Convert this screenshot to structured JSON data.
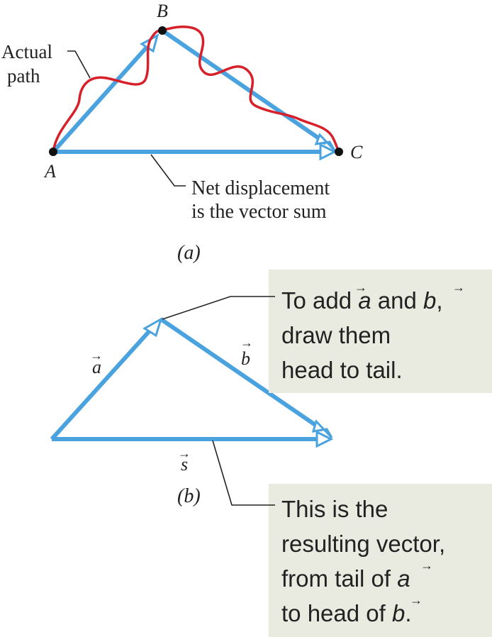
{
  "colors": {
    "vector_blue": "#4aa3df",
    "path_red": "#d8202a",
    "point_black": "#111111",
    "callout_bg": "#eaebe0",
    "leader_line": "#222222"
  },
  "panel_a": {
    "points": {
      "A": "A",
      "B": "B",
      "C": "C"
    },
    "actual_path_label_line1": "Actual",
    "actual_path_label_line2": "path",
    "net_label_line1": "Net displacement",
    "net_label_line2": "is the vector sum",
    "caption": "(a)"
  },
  "panel_b": {
    "vector_a": "a",
    "vector_b": "b",
    "vector_s": "s",
    "arrow_glyph": "→",
    "caption": "(b)",
    "callout_top": {
      "line1_part1": "To add ",
      "line1_a": "a",
      "line1_part2": " and ",
      "line1_b": "b",
      "line1_part3": ",",
      "line2": "draw them",
      "line3": "head to tail."
    },
    "callout_bottom": {
      "line1": "This is the",
      "line2": "resulting vector,",
      "line3_part1": "from tail of ",
      "line3_a": "a",
      "line4_part1": "to head of ",
      "line4_b": "b",
      "line4_part2": "."
    }
  }
}
